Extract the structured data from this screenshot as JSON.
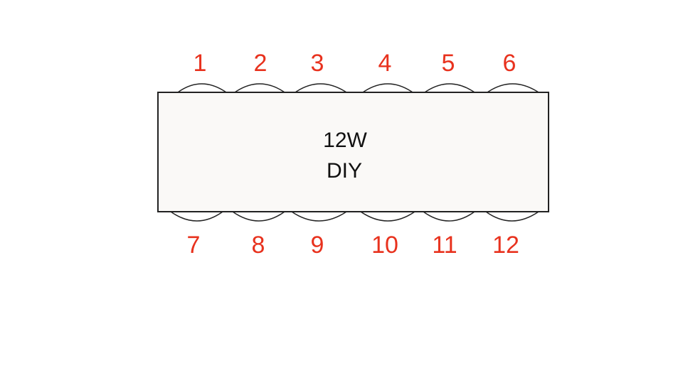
{
  "colors": {
    "pin_label": "#e8321e",
    "chip_fill": "#faf9f7",
    "outline": "#222222"
  },
  "chip": {
    "line1": "12W",
    "line2": "DIY"
  },
  "pins": {
    "top": [
      "1",
      "2",
      "3",
      "4",
      "5",
      "6"
    ],
    "bottom": [
      "7",
      "8",
      "9",
      "10",
      "11",
      "12"
    ]
  }
}
